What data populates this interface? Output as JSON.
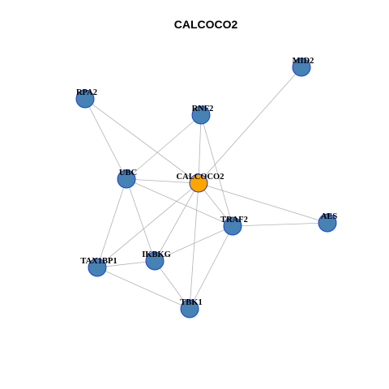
{
  "title": "CALCOCO2",
  "colors": {
    "hub_fill": "#FFA500",
    "node_fill": "#4682B4",
    "node_border": "#1f3fcf",
    "edge": "#b3b3b3"
  },
  "nodes": [
    {
      "id": "MID2",
      "label": "MID2",
      "hub": false
    },
    {
      "id": "RPA2",
      "label": "RPA2",
      "hub": false
    },
    {
      "id": "RNF2",
      "label": "RNF2",
      "hub": false
    },
    {
      "id": "UBC",
      "label": "UBC",
      "hub": false
    },
    {
      "id": "CALCOCO2",
      "label": "CALCOCO2",
      "hub": true
    },
    {
      "id": "AES",
      "label": "AES",
      "hub": false
    },
    {
      "id": "TRAF2",
      "label": "TRAF2",
      "hub": false
    },
    {
      "id": "TAX1BP1",
      "label": "TAX1BP1",
      "hub": false
    },
    {
      "id": "IKBKG",
      "label": "IKBKG",
      "hub": false
    },
    {
      "id": "TBK1",
      "label": "TBK1",
      "hub": false
    }
  ],
  "edges": [
    [
      "MID2",
      "CALCOCO2"
    ],
    [
      "RPA2",
      "UBC"
    ],
    [
      "RPA2",
      "CALCOCO2"
    ],
    [
      "RNF2",
      "UBC"
    ],
    [
      "RNF2",
      "CALCOCO2"
    ],
    [
      "RNF2",
      "TRAF2"
    ],
    [
      "UBC",
      "CALCOCO2"
    ],
    [
      "UBC",
      "TRAF2"
    ],
    [
      "UBC",
      "TAX1BP1"
    ],
    [
      "UBC",
      "IKBKG"
    ],
    [
      "CALCOCO2",
      "TRAF2"
    ],
    [
      "CALCOCO2",
      "AES"
    ],
    [
      "CALCOCO2",
      "TAX1BP1"
    ],
    [
      "CALCOCO2",
      "IKBKG"
    ],
    [
      "CALCOCO2",
      "TBK1"
    ],
    [
      "TRAF2",
      "AES"
    ],
    [
      "TRAF2",
      "IKBKG"
    ],
    [
      "TRAF2",
      "TBK1"
    ],
    [
      "TAX1BP1",
      "IKBKG"
    ],
    [
      "TAX1BP1",
      "TBK1"
    ],
    [
      "IKBKG",
      "TBK1"
    ]
  ]
}
